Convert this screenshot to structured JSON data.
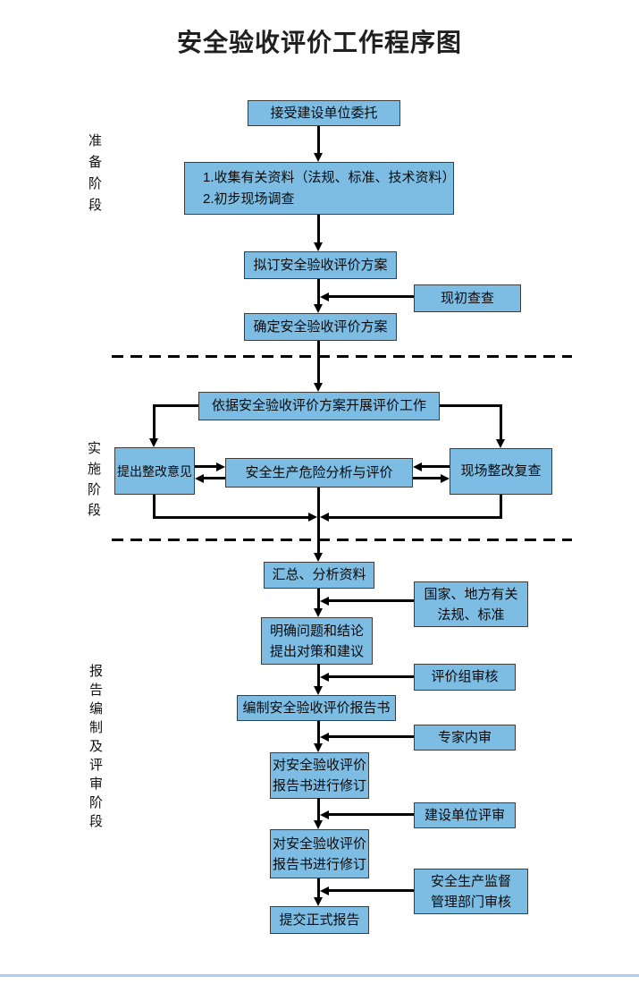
{
  "title": "安全验收评价工作程序图",
  "stages": [
    {
      "label": "准备阶段"
    },
    {
      "label": "实施阶段"
    },
    {
      "label": "报告编制及评审阶段"
    }
  ],
  "nodes": {
    "accept": "接受建设单位委托",
    "collect_line1": "1.收集有关资料（法规、标准、技术资料）",
    "collect_line2": "2.初步现场调查",
    "draft_plan": "拟订安全验收评价方案",
    "site_check": "现初查查",
    "confirm_plan": "确定安全验收评价方案",
    "carry_out": "依据安全验收评价方案开展评价工作",
    "suggest": "提出整改意见",
    "analysis": "安全生产危险分析与评价",
    "recheck": "现场整改复查",
    "summarize": "汇总、分析资料",
    "laws_line1": "国家、地方有关",
    "laws_line2": "法规、标准",
    "clarify_line1": "明确问题和结论",
    "clarify_line2": "提出对策和建议",
    "team_review": "评价组审核",
    "compile": "编制安全验收评价报告书",
    "expert_review": "专家内审",
    "revise1_line1": "对安全验收评价",
    "revise1_line2": "报告书进行修订",
    "client_review": "建设单位评审",
    "revise2_line1": "对安全验收评价",
    "revise2_line2": "报告书进行修订",
    "authority_line1": "安全生产监督",
    "authority_line2": "管理部门审核",
    "submit": "提交正式报告"
  },
  "colors": {
    "box_fill": "#7DBDE4",
    "box_border": "#3D3D3D",
    "connector": "#000000",
    "bottom_rule": "#AFCDEA",
    "title_text": "#1F1F1F"
  }
}
